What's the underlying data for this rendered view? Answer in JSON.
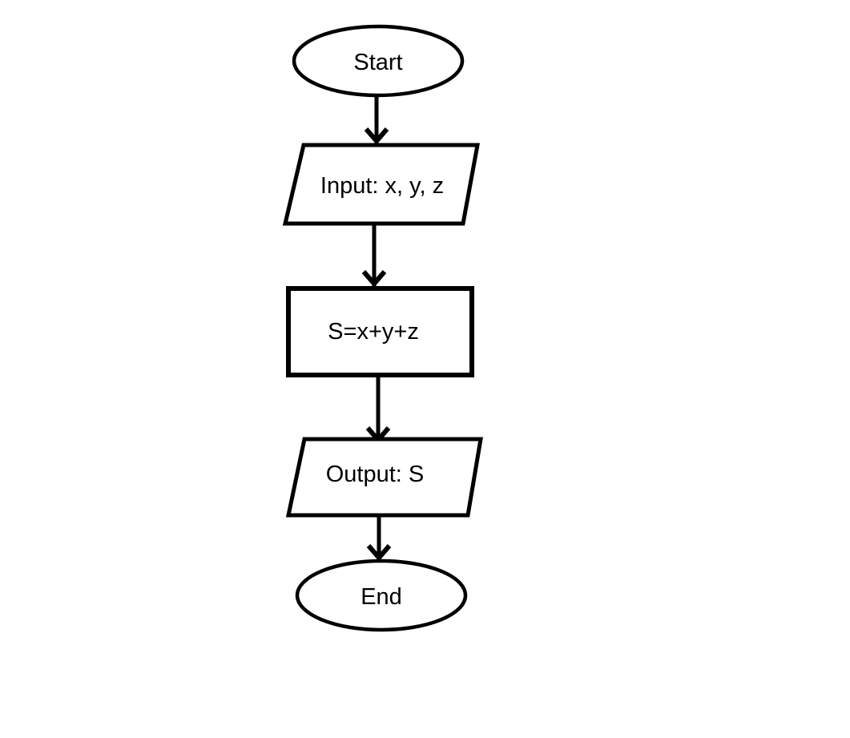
{
  "diagram": {
    "type": "flowchart",
    "background_color": "#ffffff",
    "stroke_color": "#000000",
    "text_color": "#000000",
    "nodes": [
      {
        "id": "start",
        "shape": "terminator-ellipse",
        "label": "Start"
      },
      {
        "id": "input",
        "shape": "parallelogram",
        "label": "Input: x, y, z"
      },
      {
        "id": "process",
        "shape": "rectangle",
        "label": "S=x+y+z"
      },
      {
        "id": "output",
        "shape": "parallelogram",
        "label": "Output: S"
      },
      {
        "id": "end",
        "shape": "terminator-ellipse",
        "label": "End"
      }
    ],
    "edges": [
      {
        "from": "start",
        "to": "input",
        "style": "arrow-down"
      },
      {
        "from": "input",
        "to": "process",
        "style": "arrow-down"
      },
      {
        "from": "process",
        "to": "output",
        "style": "arrow-down"
      },
      {
        "from": "output",
        "to": "end",
        "style": "arrow-down"
      }
    ]
  }
}
